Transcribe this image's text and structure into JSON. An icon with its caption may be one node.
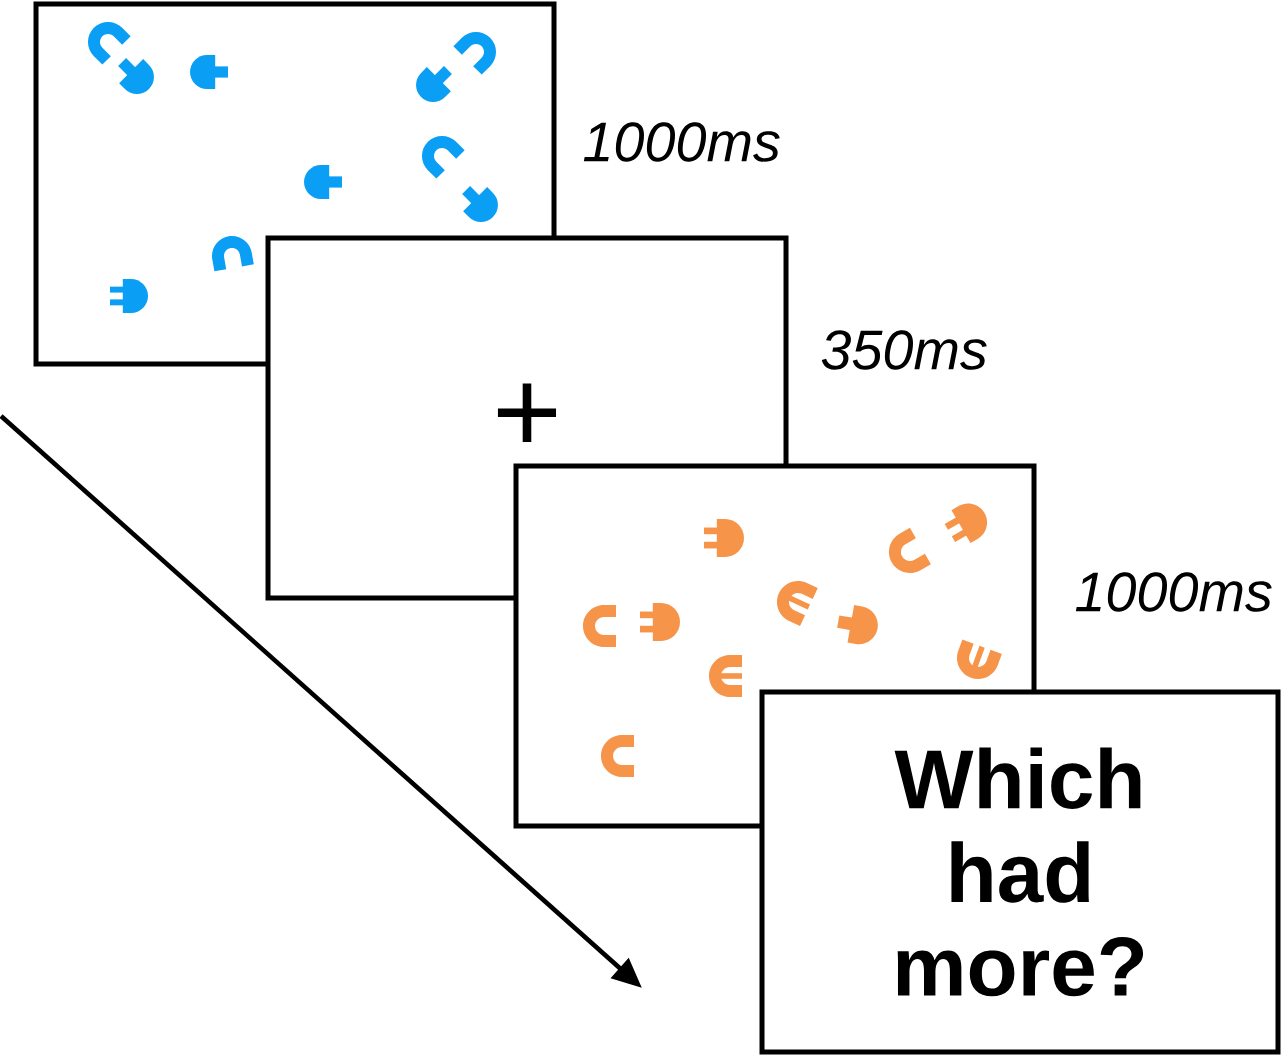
{
  "diagram": {
    "nodes": [
      {
        "text": [],
        "shape": "box",
        "beside": [
          "1000ms"
        ]
      },
      {
        "text": [
          "+"
        ],
        "beside": [
          "350ms"
        ]
      },
      {
        "text": [],
        "shape": "box",
        "beside": [
          "1000ms"
        ]
      },
      {
        "text": [
          "Which had more?"
        ]
      }
    ]
  }
}
